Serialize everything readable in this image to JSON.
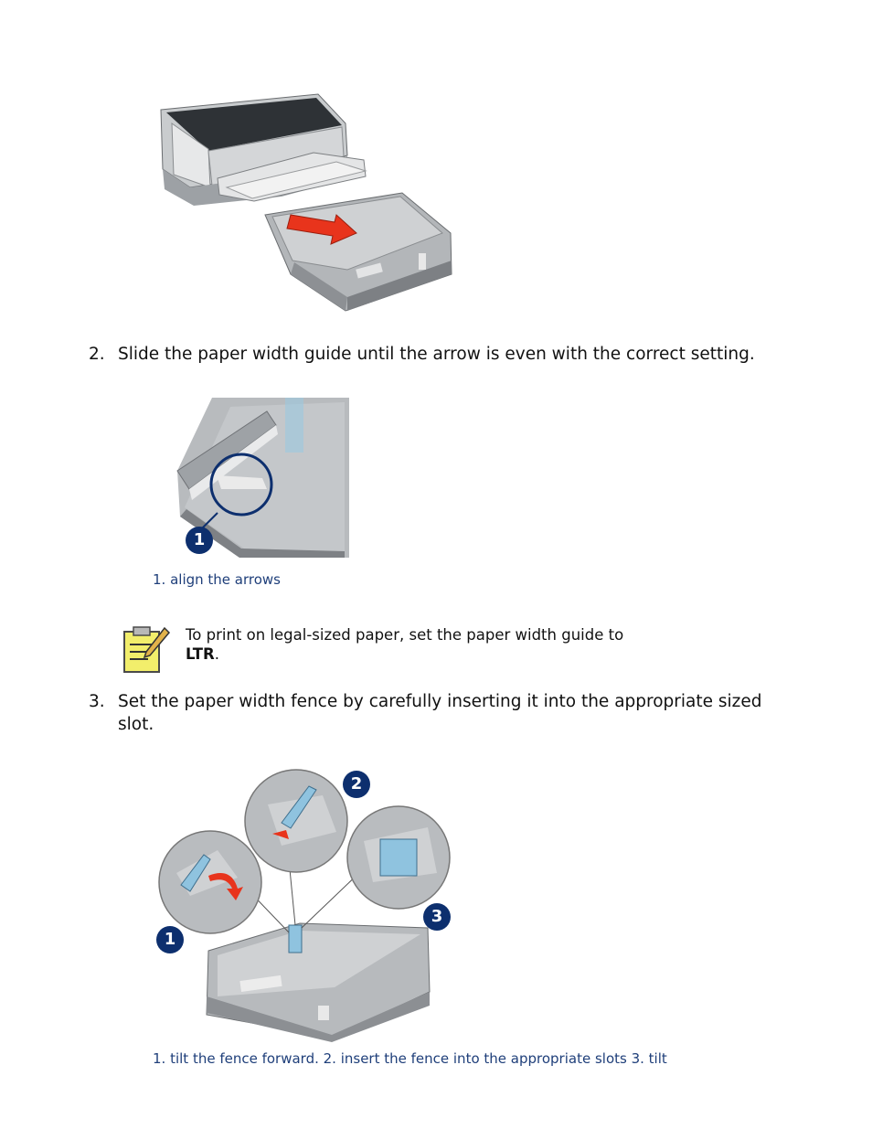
{
  "steps": [
    {
      "number": "2.",
      "text": "Slide the paper width guide until the arrow is even with the correct setting."
    },
    {
      "number": "3.",
      "text_line1": "Set the paper width fence by carefully inserting it into the appropriate sized",
      "text_line2": "slot."
    }
  ],
  "figure2": {
    "callout": "1",
    "caption": "1. align the arrows"
  },
  "note": {
    "text": "To print on legal-sized paper, set the paper width guide to",
    "bold": "LTR",
    "suffix": ".",
    "icon": "notepad-pencil-icon"
  },
  "figure3": {
    "callouts": [
      "1",
      "2",
      "3"
    ],
    "caption": "1. tilt the fence forward. 2. insert the fence into the appropriate slots 3. tilt"
  },
  "colors": {
    "callout": "#0d2f6e",
    "arrow": "#e8341c",
    "fence": "#8fc3df",
    "caption": "#1f3f7a"
  }
}
